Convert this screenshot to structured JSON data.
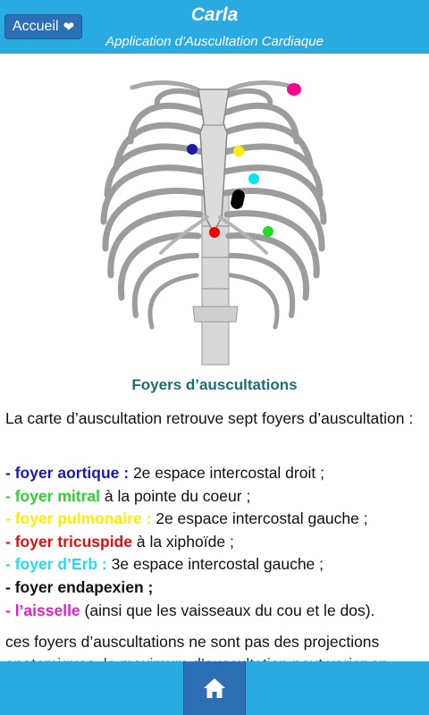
{
  "header": {
    "home_label": "Accueil",
    "title": "Carla",
    "subtitle": "Application d'Auscultation Cardiaque"
  },
  "figure": {
    "caption": "Foyers d’auscultations",
    "markers": [
      {
        "name": "aisselle",
        "color": "#ff0090"
      },
      {
        "name": "aortique",
        "color": "#1a1aaa"
      },
      {
        "name": "pulmonaire",
        "color": "#ffee00"
      },
      {
        "name": "erb",
        "color": "#00e5ee"
      },
      {
        "name": "endapexien",
        "color": "#000000"
      },
      {
        "name": "tricuspide",
        "color": "#ee0000"
      },
      {
        "name": "mitral",
        "color": "#22dd22"
      }
    ]
  },
  "text": {
    "intro": "La carte d’auscultation retrouve sept foyers d’auscultation :",
    "items": [
      {
        "label": "- foyer aortique :",
        "rest": " 2e espace intercostal droit ;",
        "color": "#1a1aaa"
      },
      {
        "label": "- foyer mitral",
        "rest": " à la pointe du coeur ;",
        "color": "#33cc33"
      },
      {
        "label": "- foyer pulmonaire :",
        "rest": " 2e espace intercostal gauche ;",
        "color": "#ffee00"
      },
      {
        "label": "- foyer tricuspide",
        "rest": " à la xiphoïde ;",
        "color": "#dd1111"
      },
      {
        "label": "- foyer d’Erb :",
        "rest": " 3e espace intercostal gauche ;",
        "color": "#22ddee"
      },
      {
        "label": "- foyer endapexien ;",
        "rest": "",
        "color": "#111111"
      },
      {
        "label": "- l’aisselle",
        "rest": " (ainsi que les vaisseaux du cou et le dos).",
        "color": "#dd22cc"
      }
    ],
    "outro_1": "ces foyers d’auscultations ne sont pas des projections",
    "outro_2": "anatomiques. le maximum d’auscultation peut varier en"
  },
  "footer": {
    "home_icon": "home-icon"
  },
  "colors": {
    "bar": "#29abe2",
    "button": "#2d6fb4",
    "caption": "#1a6e7a"
  }
}
